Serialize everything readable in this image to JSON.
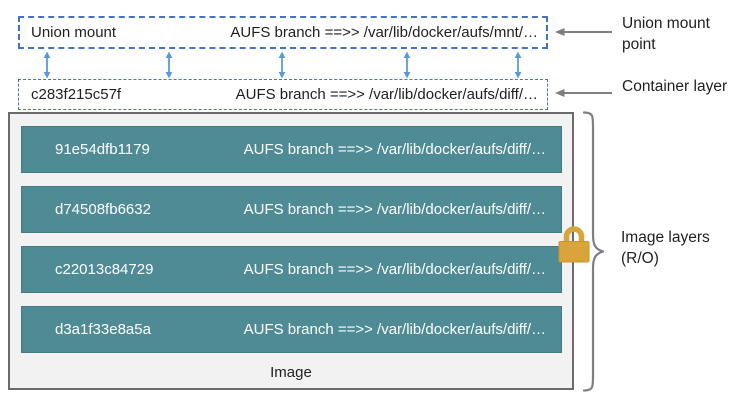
{
  "diagram": {
    "union_mount": {
      "id": "Union mount",
      "branch": "AUFS branch ==>> /var/lib/docker/aufs/mnt/…"
    },
    "container_layer": {
      "id": "c283f215c57f",
      "branch": "AUFS branch ==>> /var/lib/docker/aufs/diff/…"
    },
    "image_layers": [
      {
        "id": "91e54dfb1179",
        "branch": "AUFS branch ==>> /var/lib/docker/aufs/diff/…"
      },
      {
        "id": "d74508fb6632",
        "branch": "AUFS branch ==>> /var/lib/docker/aufs/diff/…"
      },
      {
        "id": "c22013c84729",
        "branch": "AUFS branch ==>> /var/lib/docker/aufs/diff/…"
      },
      {
        "id": "d3a1f33e8a5a",
        "branch": "AUFS branch ==>> /var/lib/docker/aufs/diff/…"
      }
    ],
    "image_caption": "Image",
    "annotations": {
      "union_mount_point": "Union mount point",
      "container_layer": "Container layer",
      "image_layers": "Image layers (R/O)"
    },
    "colors": {
      "dash_border_blue": "#4472C4",
      "arrow_blue": "#5B9BD5",
      "layer_teal": "#4E8B94",
      "outer_box_bg": "#F2F2F2",
      "outer_box_border": "#6b6b6b",
      "annotation_gray": "#7F7F7F",
      "lock_gold": "#D9A43B"
    }
  }
}
